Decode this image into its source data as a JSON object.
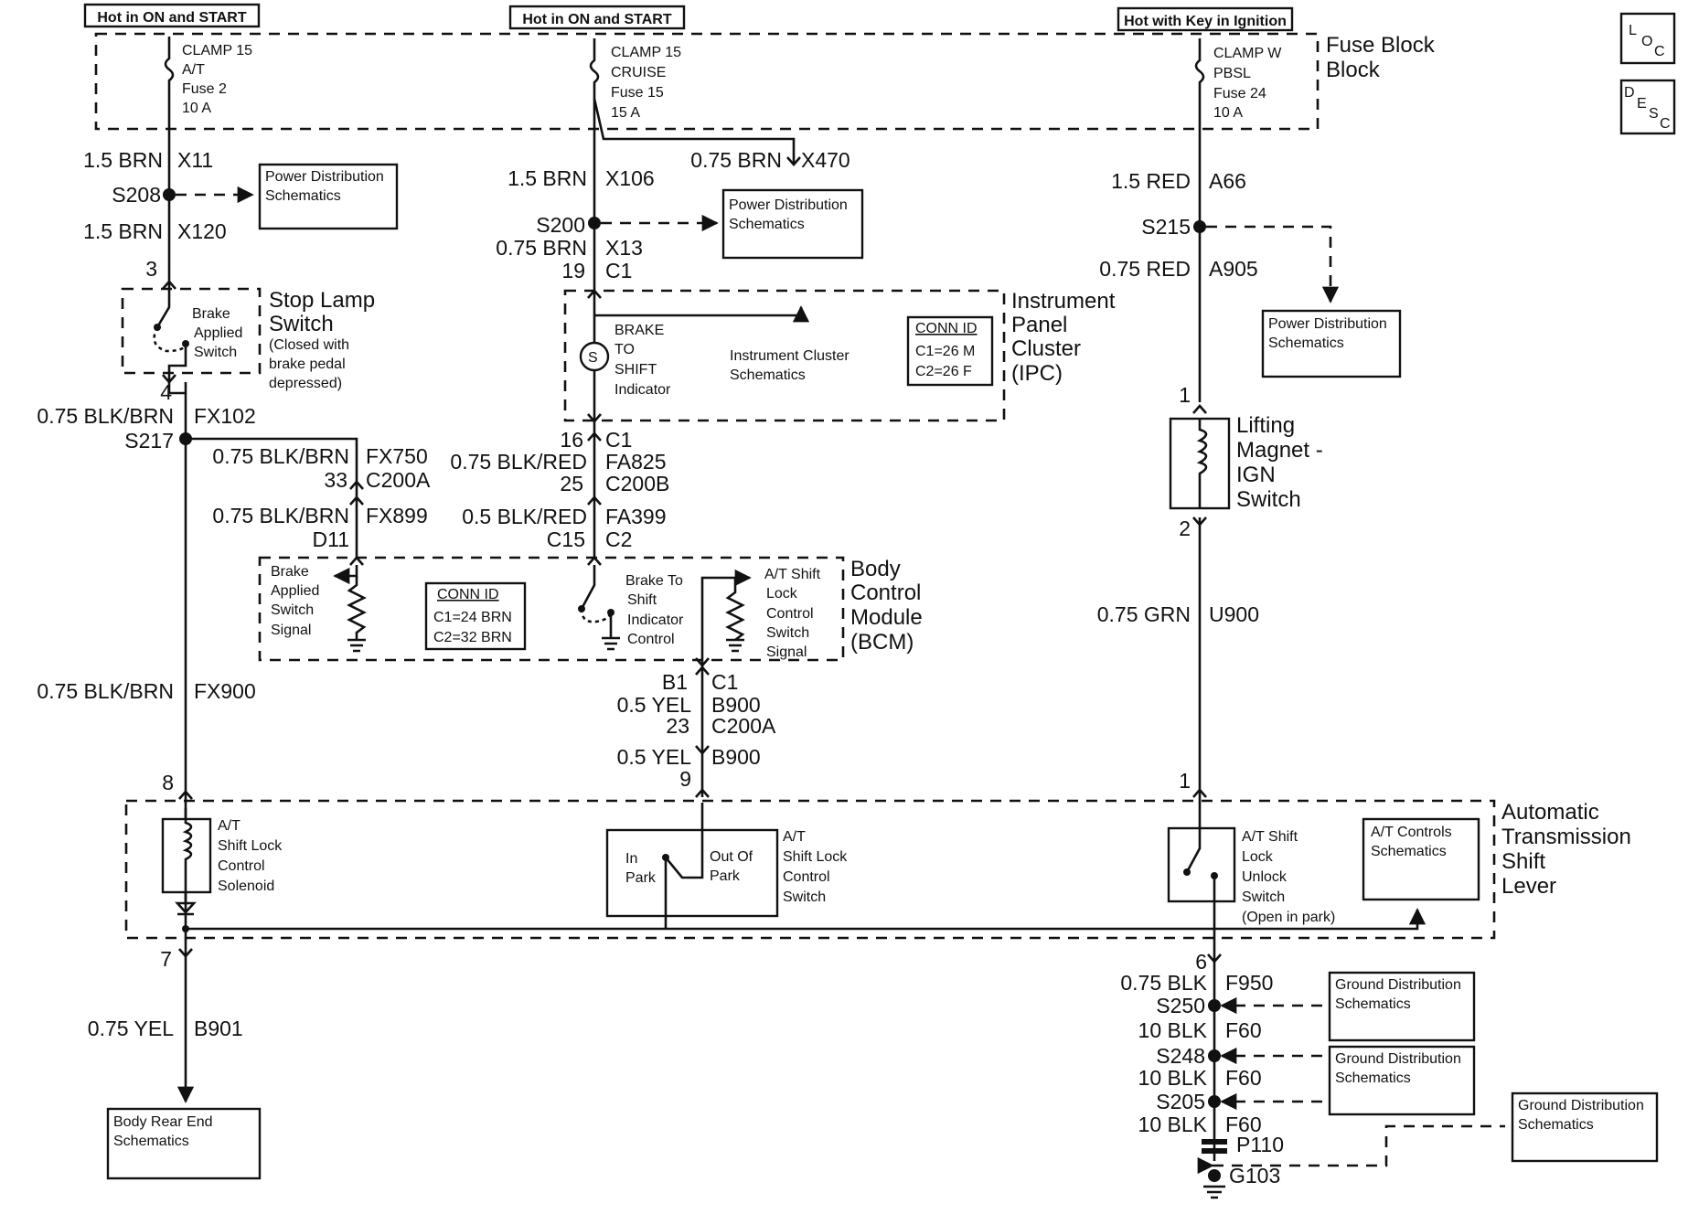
{
  "headers": [
    "Hot in ON and START",
    "Hot in ON and START",
    "Hot with Key in Ignition"
  ],
  "fuse_block": "Fuse Block",
  "fuses": [
    {
      "l1": "CLAMP 15",
      "l2": "A/T",
      "l3": "Fuse 2",
      "l4": "10 A"
    },
    {
      "l1": "CLAMP 15",
      "l2": "CRUISE",
      "l3": "Fuse 15",
      "l4": "15 A"
    },
    {
      "l1": "CLAMP W",
      "l2": "PBSL",
      "l3": "Fuse 24",
      "l4": "10 A"
    }
  ],
  "icons": {
    "loc": [
      "L",
      "O",
      "C"
    ],
    "desc": [
      "D",
      "E",
      "S",
      "C"
    ]
  },
  "labels": {
    "w_15brn_x11": [
      "1.5 BRN",
      "X11"
    ],
    "s208": "S208",
    "w_15brn_x120": [
      "1.5 BRN",
      "X120"
    ],
    "p3": "3",
    "p4": "4",
    "w_blkbrn_fx102": [
      "0.75 BLK/BRN",
      "FX102"
    ],
    "s217": "S217",
    "w_fx750": [
      "0.75 BLK/BRN",
      "FX750"
    ],
    "c200a_33": [
      "33",
      "C200A"
    ],
    "w_fx899": [
      "0.75 BLK/BRN",
      "FX899"
    ],
    "d11": "D11",
    "w_fx900": [
      "0.75 BLK/BRN",
      "FX900"
    ],
    "p8": "8",
    "p7": "7",
    "w_b901": [
      "0.75 YEL",
      "B901"
    ],
    "w_15brn_x106": [
      "1.5 BRN",
      "X106"
    ],
    "w_x470": [
      "0.75 BRN",
      "X470"
    ],
    "s200": "S200",
    "w_x13": [
      "0.75 BRN",
      "X13"
    ],
    "c1_19": [
      "19",
      "C1"
    ],
    "c1_16": [
      "16",
      "C1"
    ],
    "w_fa825": [
      "0.75 BLK/RED",
      "FA825"
    ],
    "c200b_25": [
      "25",
      "C200B"
    ],
    "w_fa399": [
      "0.5 BLK/RED",
      "FA399"
    ],
    "c15_c2": [
      "C15",
      "C2"
    ],
    "b1_c1": [
      "B1",
      "C1"
    ],
    "w_b900a": [
      "0.5 YEL",
      "B900"
    ],
    "c200a_23": [
      "23",
      "C200A"
    ],
    "w_b900b": [
      "0.5 YEL",
      "B900"
    ],
    "p9": "9",
    "w_a66": [
      "1.5 RED",
      "A66"
    ],
    "s215": "S215",
    "w_a905": [
      "0.75 RED",
      "A905"
    ],
    "p1a": "1",
    "p2": "2",
    "w_u900": [
      "0.75 GRN",
      "U900"
    ],
    "p1b": "1",
    "p6": "6",
    "w_f950": [
      "0.75 BLK",
      "F950"
    ],
    "s250": "S250",
    "w_f60a": [
      "10 BLK",
      "F60"
    ],
    "s248": "S248",
    "w_f60b": [
      "10 BLK",
      "F60"
    ],
    "s205": "S205",
    "w_f60c": [
      "10 BLK",
      "F60"
    ],
    "p110": "P110",
    "g103": "G103"
  },
  "components": {
    "stop_lamp": [
      "Stop Lamp",
      "Switch"
    ],
    "stop_lamp_note": [
      "(Closed with",
      "brake pedal",
      "depressed)"
    ],
    "brake_applied": [
      "Brake",
      "Applied",
      "Switch"
    ],
    "ipc": [
      "Instrument",
      "Panel",
      "Cluster",
      "(IPC)"
    ],
    "brake_to_shift": [
      "BRAKE",
      "TO",
      "SHIFT",
      "Indicator"
    ],
    "ic_schem": [
      "Instrument Cluster",
      "Schematics"
    ],
    "conn_ipc": [
      "CONN ID",
      "C1=26 M",
      "C2=26 F"
    ],
    "bcm": [
      "Body",
      "Control",
      "Module",
      "(BCM)"
    ],
    "bcm_brake": [
      "Brake",
      "Applied",
      "Switch",
      "Signal"
    ],
    "conn_bcm": [
      "CONN ID",
      "C1=24 BRN",
      "C2=32 BRN"
    ],
    "bcm_bts": [
      "Brake To",
      "Shift",
      "Indicator",
      "Control"
    ],
    "bcm_atsl": [
      "A/T Shift",
      "Lock",
      "Control",
      "Switch",
      "Signal"
    ],
    "lifting": [
      "Lifting",
      "Magnet -",
      "IGN",
      "Switch"
    ],
    "atsl": [
      "Automatic",
      "Transmission",
      "Shift",
      "Lever"
    ],
    "solenoid": [
      "A/T",
      "Shift Lock",
      "Control",
      "Solenoid"
    ],
    "inpark": [
      "In",
      "Park"
    ],
    "outpark": [
      "Out Of",
      "Park"
    ],
    "atsl_ctrl": [
      "A/T",
      "Shift Lock",
      "Control",
      "Switch"
    ],
    "unlock": [
      "A/T Shift",
      "Lock",
      "Unlock",
      "Switch",
      "(Open in park)"
    ],
    "atc_schem": [
      "A/T Controls",
      "Schematics"
    ]
  },
  "boxes": {
    "pds1": [
      "Power Distribution",
      "Schematics"
    ],
    "pds2": [
      "Power Distribution",
      "Schematics"
    ],
    "pds3": [
      "Power Distribution",
      "Schematics"
    ],
    "bre": [
      "Body Rear End",
      "Schematics"
    ],
    "gds1": [
      "Ground Distribution",
      "Schematics"
    ],
    "gds2": [
      "Ground Distribution",
      "Schematics"
    ],
    "gds3": [
      "Ground Distribution",
      "Schematics"
    ]
  }
}
